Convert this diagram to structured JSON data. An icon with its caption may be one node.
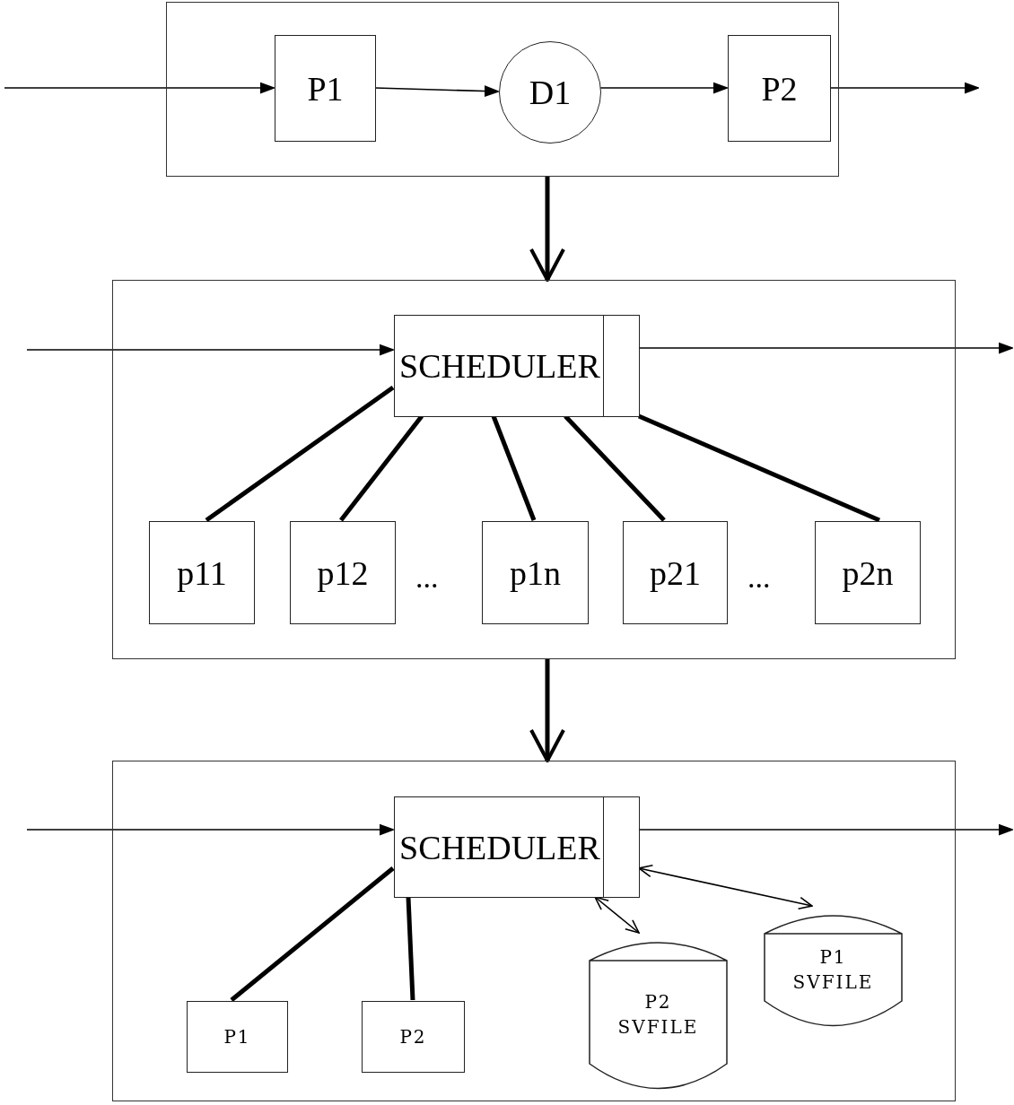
{
  "diagram": {
    "nodes": [
      {
        "text": [],
        "shape": "box"
      },
      {
        "text": [
          "P1"
        ],
        "in": 0
      },
      {
        "text": [
          "D1"
        ],
        "in": 0
      },
      {
        "text": [
          "P2"
        ],
        "in": 0
      },
      {
        "text": [],
        "shape": "box"
      },
      {
        "text": [
          "SCHEDULER"
        ],
        "in": 4
      },
      {
        "text": [
          "p11"
        ],
        "in": 4
      },
      {
        "text": [
          "p12"
        ],
        "in": 4
      },
      {
        "text": [
          "p1n"
        ],
        "in": 4
      },
      {
        "text": [
          "p21"
        ],
        "in": 4
      },
      {
        "text": [
          "p2n"
        ],
        "in": 4
      },
      {
        "text": [],
        "shape": "box"
      },
      {
        "text": [
          "SCHEDULER"
        ],
        "in": 11
      },
      {
        "text": [
          "P1"
        ],
        "in": 11
      },
      {
        "text": [
          "P2"
        ],
        "in": 11
      },
      {
        "text": [
          "P2 SVFILE"
        ],
        "in": 11
      },
      {
        "text": [
          "P1 SVFILE"
        ],
        "in": 11
      }
    ],
    "edges": [
      {
        "from": null,
        "to": 1,
        "arrow": "to"
      },
      {
        "from": 1,
        "to": 2,
        "arrow": "to"
      },
      {
        "from": 2,
        "to": 3,
        "arrow": "to"
      },
      {
        "from": 3,
        "to": null,
        "arrow": "to"
      },
      {
        "from": 0,
        "to": 4,
        "arrow": "to",
        "style": "thick"
      },
      {
        "from": null,
        "to": 5,
        "arrow": "to"
      },
      {
        "from": 5,
        "to": null,
        "arrow": "to"
      },
      {
        "from": 5,
        "to": 6,
        "arrow": "none",
        "style": "thick"
      },
      {
        "from": 5,
        "to": 7,
        "arrow": "none",
        "style": "thick"
      },
      {
        "from": 5,
        "to": 8,
        "arrow": "none",
        "style": "thick"
      },
      {
        "from": 5,
        "to": 9,
        "arrow": "none",
        "style": "thick"
      },
      {
        "from": 5,
        "to": 10,
        "arrow": "none",
        "style": "thick"
      },
      {
        "from": 4,
        "to": 11,
        "arrow": "to",
        "style": "thick"
      },
      {
        "from": null,
        "to": 12,
        "arrow": "to"
      },
      {
        "from": 12,
        "to": null,
        "arrow": "to"
      },
      {
        "from": 12,
        "to": 13,
        "arrow": "none",
        "style": "thick"
      },
      {
        "from": 12,
        "to": 14,
        "arrow": "none",
        "style": "thick"
      },
      {
        "from": 12,
        "to": 15,
        "arrow": "both"
      },
      {
        "from": 12,
        "to": 16,
        "arrow": "both"
      }
    ],
    "labels": [
      "...",
      "..."
    ]
  }
}
